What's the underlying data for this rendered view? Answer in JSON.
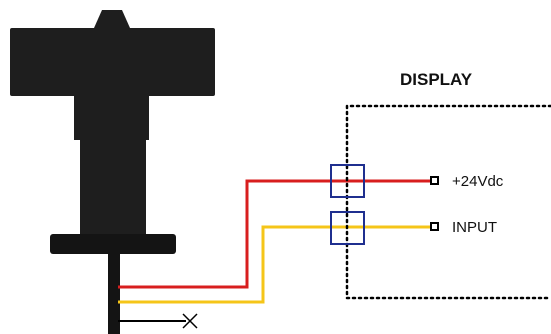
{
  "display": {
    "title": "DISPLAY"
  },
  "terminals": [
    {
      "label": "+24Vdc",
      "wire": "power"
    },
    {
      "label": "INPUT",
      "wire": "signal"
    }
  ],
  "colors": {
    "sensor_body": "#1e1e1e",
    "sensor_flange": "#141414",
    "wire_power": "#d81e1e",
    "wire_signal": "#f5c518",
    "wire_ground": "#000000",
    "connector_box": "#1f2f8f",
    "display_border": "#000000"
  },
  "icons": {
    "wire_end": "cross-icon",
    "terminal": "terminal-square-icon"
  }
}
